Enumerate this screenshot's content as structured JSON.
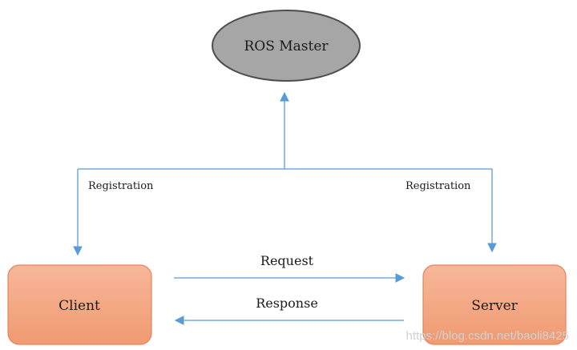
{
  "nodes": {
    "master": {
      "label": "ROS Master",
      "fill": "#a6a6a6",
      "stroke": "#4d4d4d"
    },
    "client": {
      "label": "Client",
      "fill": "#f4a582",
      "stroke": "#e8835a"
    },
    "server": {
      "label": "Server",
      "fill": "#f4a582",
      "stroke": "#e8835a"
    }
  },
  "edges": {
    "registration_left": "Registration",
    "registration_right": "Registration",
    "request": "Request",
    "response": "Response"
  },
  "edge_color": "#5b9bd5",
  "watermark": "https://blog.csdn.net/baoli8425"
}
